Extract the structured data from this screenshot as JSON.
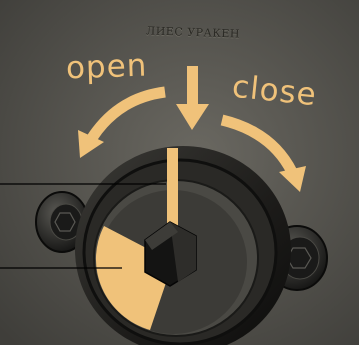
{
  "labels": {
    "engraving": "ЛИЕС УРАКЕН",
    "open": "open",
    "close": "close"
  },
  "colors": {
    "panel": "#585650",
    "accent": "#f0c27a",
    "callout_line": "#000000"
  },
  "icons": {
    "center_arrow": "arrow-down-icon",
    "open_arrow": "curved-arrow-left-icon",
    "close_arrow": "curved-arrow-right-icon",
    "valve_stem": "hex-nut-icon",
    "left_knob": "knob-icon",
    "right_knob": "knob-icon"
  }
}
